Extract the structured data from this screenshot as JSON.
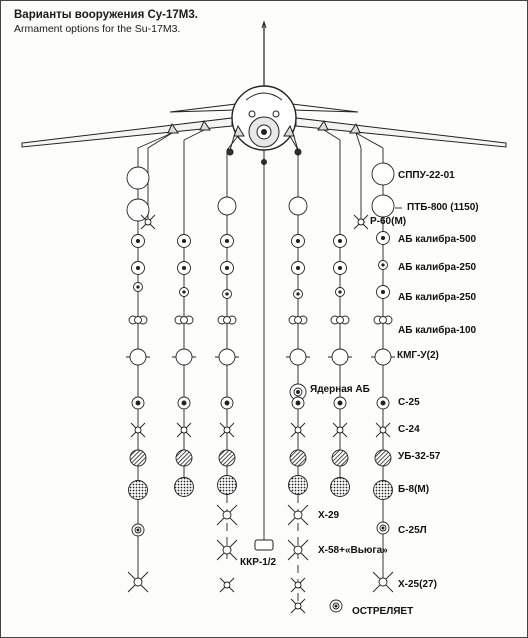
{
  "title_ru": "Варианты вооружения Су-17М3.",
  "title_en": "Armament options for the Su-17M3.",
  "weapon_labels": {
    "sppu": "СППУ-22-01",
    "ptb": "ПТБ-800 (1150)",
    "r60": "Р-60(М)",
    "ab500": "АБ калибра-500",
    "ab250a": "АБ калибра-250",
    "ab250b": "АБ калибра-250",
    "ab100": "АБ калибра-100",
    "kmgu": "КМГ-У(2)",
    "nuclear": "Ядерная АБ",
    "s25": "С-25",
    "s24": "С-24",
    "ub3257": "УБ-32-57",
    "b8": "Б-8(М)",
    "s25l": "С-25Л",
    "kh29": "Х-29",
    "kh58": "Х-58+«Вьюга»",
    "kkr": "ККР-1/2",
    "kh25": "Х-25(27)",
    "bottom_cut": "ОСТРЕЛЯЕТ"
  }
}
